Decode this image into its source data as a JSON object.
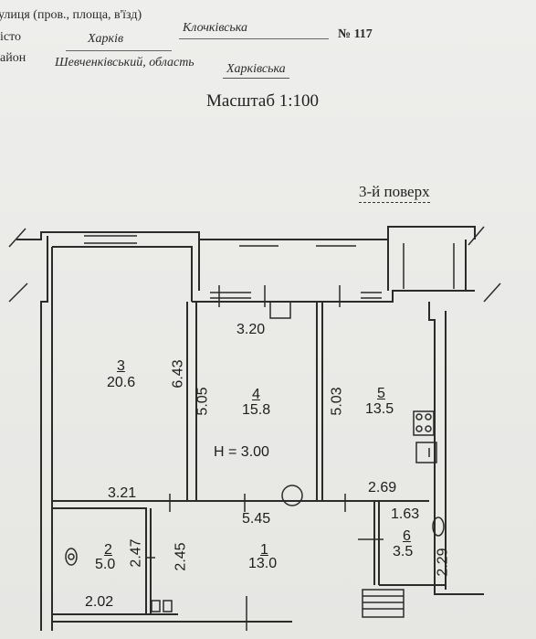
{
  "header": {
    "street_prefix": "улиця (пров., площа, в'їзд)",
    "street_value": "Клочківська",
    "number_label": "№ 117",
    "city_prefix": "істо",
    "city_value": "Харків",
    "district_prefix": "айон",
    "district_value": "Шевченківський, область",
    "oblast_value": "Харківська"
  },
  "scale_label": "Масштаб 1:100",
  "floor_label": "3-й поверх",
  "plan": {
    "rooms": [
      {
        "num": "3",
        "area": "20.6"
      },
      {
        "num": "4",
        "area": "15.8"
      },
      {
        "num": "5",
        "area": "13.5"
      },
      {
        "num": "1",
        "area": "13.0"
      },
      {
        "num": "2",
        "area": "5.0"
      },
      {
        "num": "6",
        "area": "3.5"
      }
    ],
    "dimensions": {
      "room4_top": "3.20",
      "room3_height": "6.43",
      "room4_height": "5.05",
      "room5_height": "5.03",
      "room3_bottom": "3.21",
      "room5_bottom": "2.69",
      "corridor_width": "5.45",
      "room6_width": "1.63",
      "room2_height": "2.47",
      "corridor_height": "2.45",
      "room6_height": "2.29",
      "room2_width": "2.02"
    },
    "ceiling_height": "H  =  3.00"
  }
}
